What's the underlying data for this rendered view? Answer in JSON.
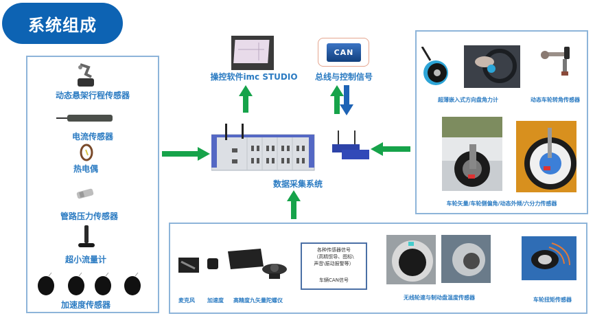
{
  "title": "系统组成",
  "left_panel": {
    "items": [
      {
        "label": "动态悬架行程传感器",
        "icon": "suspension-travel-sensor-icon"
      },
      {
        "label": "电流传感器",
        "icon": "current-clamp-icon"
      },
      {
        "label": "热电偶",
        "icon": "thermocouple-icon"
      },
      {
        "label": "管路压力传感器",
        "icon": "pressure-sensor-icon"
      },
      {
        "label": "超小流量计",
        "icon": "flow-meter-icon"
      },
      {
        "label": "加速度传感器",
        "icon": "accelerometer-icon"
      }
    ]
  },
  "center": {
    "software_label": "操控软件imc STUDIO",
    "can_logo_text": "CAN",
    "bus_label": "总线与控制信号",
    "daq_label": "数据采集系统"
  },
  "right_panel": {
    "items": [
      {
        "label": "超薄嵌入式方向盘角力计"
      },
      {
        "label": "动态车轮转角传感器"
      },
      {
        "label": "车轮矢量/车轮侧偏角/动态外倾/六分力传感器"
      }
    ]
  },
  "bottom_panel": {
    "items": [
      {
        "label": "麦克风"
      },
      {
        "label": "加速度"
      },
      {
        "label": "高精度九矢量陀螺仪"
      },
      {
        "label": "无线轮速与制动盘温度传感器"
      },
      {
        "label": "车轮扭矩传感器"
      }
    ],
    "signal_box": {
      "line1": "各种传感器信号",
      "line2": "（高精惯导、图标\\",
      "line3": "声音\\振动报警等）",
      "line4": "车辆CAN信号"
    }
  },
  "colors": {
    "title_bg": "#0d63b3",
    "panel_border": "#8db4d9",
    "label_text": "#2b7bc2",
    "arrow_green": "#16a34a",
    "arrow_blue": "#1e63b5"
  }
}
